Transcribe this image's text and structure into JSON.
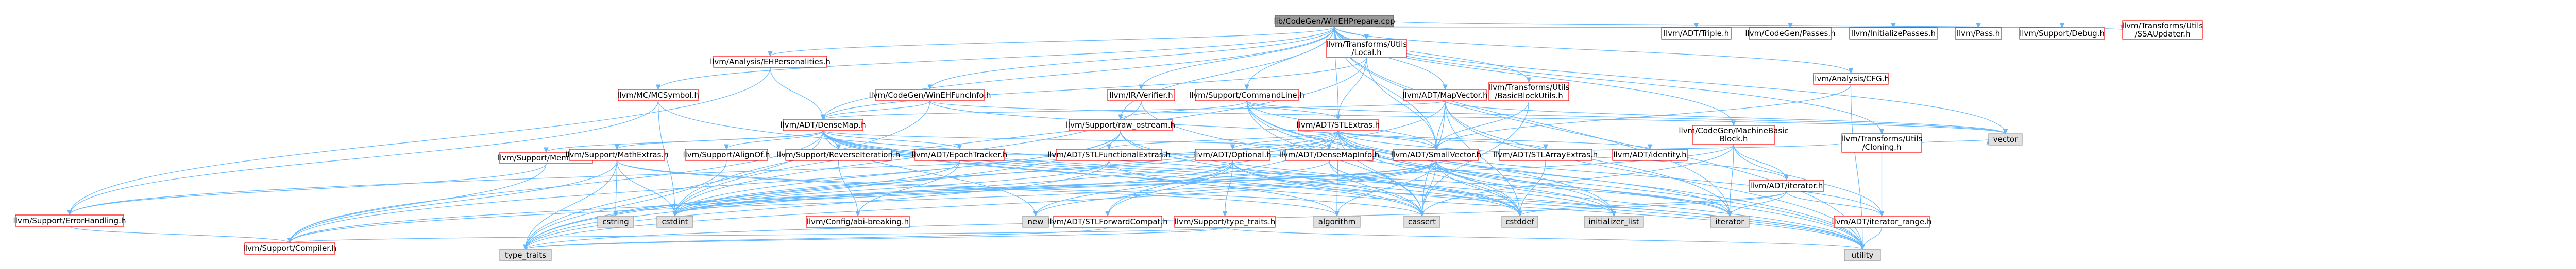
{
  "colors": {
    "edge": "#63b8ff",
    "root_fill": "#999999",
    "root_stroke": "#666666",
    "linked_stroke": "#ff0000",
    "file_stroke": "#999999",
    "fill": "#ffffff",
    "text": "#000000"
  },
  "graph": {
    "nodes": [
      {
        "id": "root",
        "label": "lib/CodeGen/WinEHPrepare.cpp",
        "kind": "root"
      },
      {
        "id": "wehfi",
        "label": "llvm/CodeGen/WinEHFuncInfo.h",
        "kind": "linked"
      },
      {
        "id": "ehp",
        "label": "llvm/Analysis/EHPersonalities.h",
        "kind": "linked"
      },
      {
        "id": "mcsym",
        "label": "llvm/MC/MCSymbol.h",
        "kind": "linked"
      },
      {
        "id": "irv",
        "label": "llvm/IR/Verifier.h",
        "kind": "linked"
      },
      {
        "id": "tulocal",
        "label": "llvm/Transforms/Utils\n/Local.h",
        "kind": "linked"
      },
      {
        "id": "cmdl",
        "label": "llvm/Support/CommandLine.h",
        "kind": "linked"
      },
      {
        "id": "bbu",
        "label": "llvm/Transforms/Utils\n/BasicBlockUtils.h",
        "kind": "linked"
      },
      {
        "id": "mapv",
        "label": "llvm/ADT/MapVector.h",
        "kind": "linked"
      },
      {
        "id": "triple",
        "label": "llvm/ADT/Triple.h",
        "kind": "linked"
      },
      {
        "id": "cgp",
        "label": "llvm/CodeGen/Passes.h",
        "kind": "linked"
      },
      {
        "id": "initp",
        "label": "llvm/InitializePasses.h",
        "kind": "linked"
      },
      {
        "id": "pass",
        "label": "llvm/Pass.h",
        "kind": "linked"
      },
      {
        "id": "dbg",
        "label": "llvm/Support/Debug.h",
        "kind": "linked"
      },
      {
        "id": "ssau",
        "label": "llvm/Transforms/Utils\n/SSAUpdater.h",
        "kind": "linked"
      },
      {
        "id": "cfg",
        "label": "llvm/Analysis/CFG.h",
        "kind": "linked"
      },
      {
        "id": "densemap",
        "label": "llvm/ADT/DenseMap.h",
        "kind": "linked"
      },
      {
        "id": "rso",
        "label": "llvm/Support/raw_ostream.h",
        "kind": "linked"
      },
      {
        "id": "stlextras",
        "label": "llvm/ADT/STLExtras.h",
        "kind": "linked"
      },
      {
        "id": "mbb",
        "label": "llvm/CodeGen/MachineBasic\nBlock.h",
        "kind": "linked"
      },
      {
        "id": "cloning",
        "label": "llvm/Transforms/Utils\n/Cloning.h",
        "kind": "linked"
      },
      {
        "id": "memalloc",
        "label": "llvm/Support/MemAlloc.h",
        "kind": "linked"
      },
      {
        "id": "mathext",
        "label": "llvm/Support/MathExtras.h",
        "kind": "linked"
      },
      {
        "id": "alignof",
        "label": "llvm/Support/AlignOf.h",
        "kind": "linked"
      },
      {
        "id": "reviter",
        "label": "llvm/Support/ReverseIteration.h",
        "kind": "linked"
      },
      {
        "id": "epoch",
        "label": "llvm/ADT/EpochTracker.h",
        "kind": "linked"
      },
      {
        "id": "stlfunc",
        "label": "llvm/ADT/STLFunctionalExtras.h",
        "kind": "linked"
      },
      {
        "id": "optional",
        "label": "llvm/ADT/Optional.h",
        "kind": "linked"
      },
      {
        "id": "dmi",
        "label": "llvm/ADT/DenseMapInfo.h",
        "kind": "linked"
      },
      {
        "id": "smallvec",
        "label": "llvm/ADT/SmallVector.h",
        "kind": "linked"
      },
      {
        "id": "stlarray",
        "label": "llvm/ADT/STLArrayExtras.h",
        "kind": "linked"
      },
      {
        "id": "identity",
        "label": "llvm/ADT/identity.h",
        "kind": "linked"
      },
      {
        "id": "iterator",
        "label": "llvm/ADT/iterator.h",
        "kind": "linked"
      },
      {
        "id": "iterrange",
        "label": "llvm/ADT/iterator_range.h",
        "kind": "linked"
      },
      {
        "id": "errh",
        "label": "llvm/Support/ErrorHandling.h",
        "kind": "linked"
      },
      {
        "id": "compiler",
        "label": "llvm/Support/Compiler.h",
        "kind": "linked"
      },
      {
        "id": "cfgabi",
        "label": "llvm/Config/abi-breaking.h",
        "kind": "linked"
      },
      {
        "id": "stlfwd",
        "label": "llvm/ADT/STLForwardCompat.h",
        "kind": "linked"
      },
      {
        "id": "typetraits",
        "label": "llvm/Support/type_traits.h",
        "kind": "linked"
      },
      {
        "id": "cstring",
        "label": "cstring",
        "kind": "file"
      },
      {
        "id": "cstdint",
        "label": "cstdint",
        "kind": "file"
      },
      {
        "id": "new",
        "label": "new",
        "kind": "file"
      },
      {
        "id": "algorithm",
        "label": "algorithm",
        "kind": "file"
      },
      {
        "id": "cassert",
        "label": "cassert",
        "kind": "file"
      },
      {
        "id": "cstddef",
        "label": "cstddef",
        "kind": "file"
      },
      {
        "id": "initlist",
        "label": "initializer_list",
        "kind": "file"
      },
      {
        "id": "iteratorstd",
        "label": "iterator",
        "kind": "file"
      },
      {
        "id": "vector",
        "label": "vector",
        "kind": "file"
      },
      {
        "id": "utility",
        "label": "utility",
        "kind": "file"
      },
      {
        "id": "type_traits",
        "label": "type_traits",
        "kind": "file"
      }
    ]
  }
}
